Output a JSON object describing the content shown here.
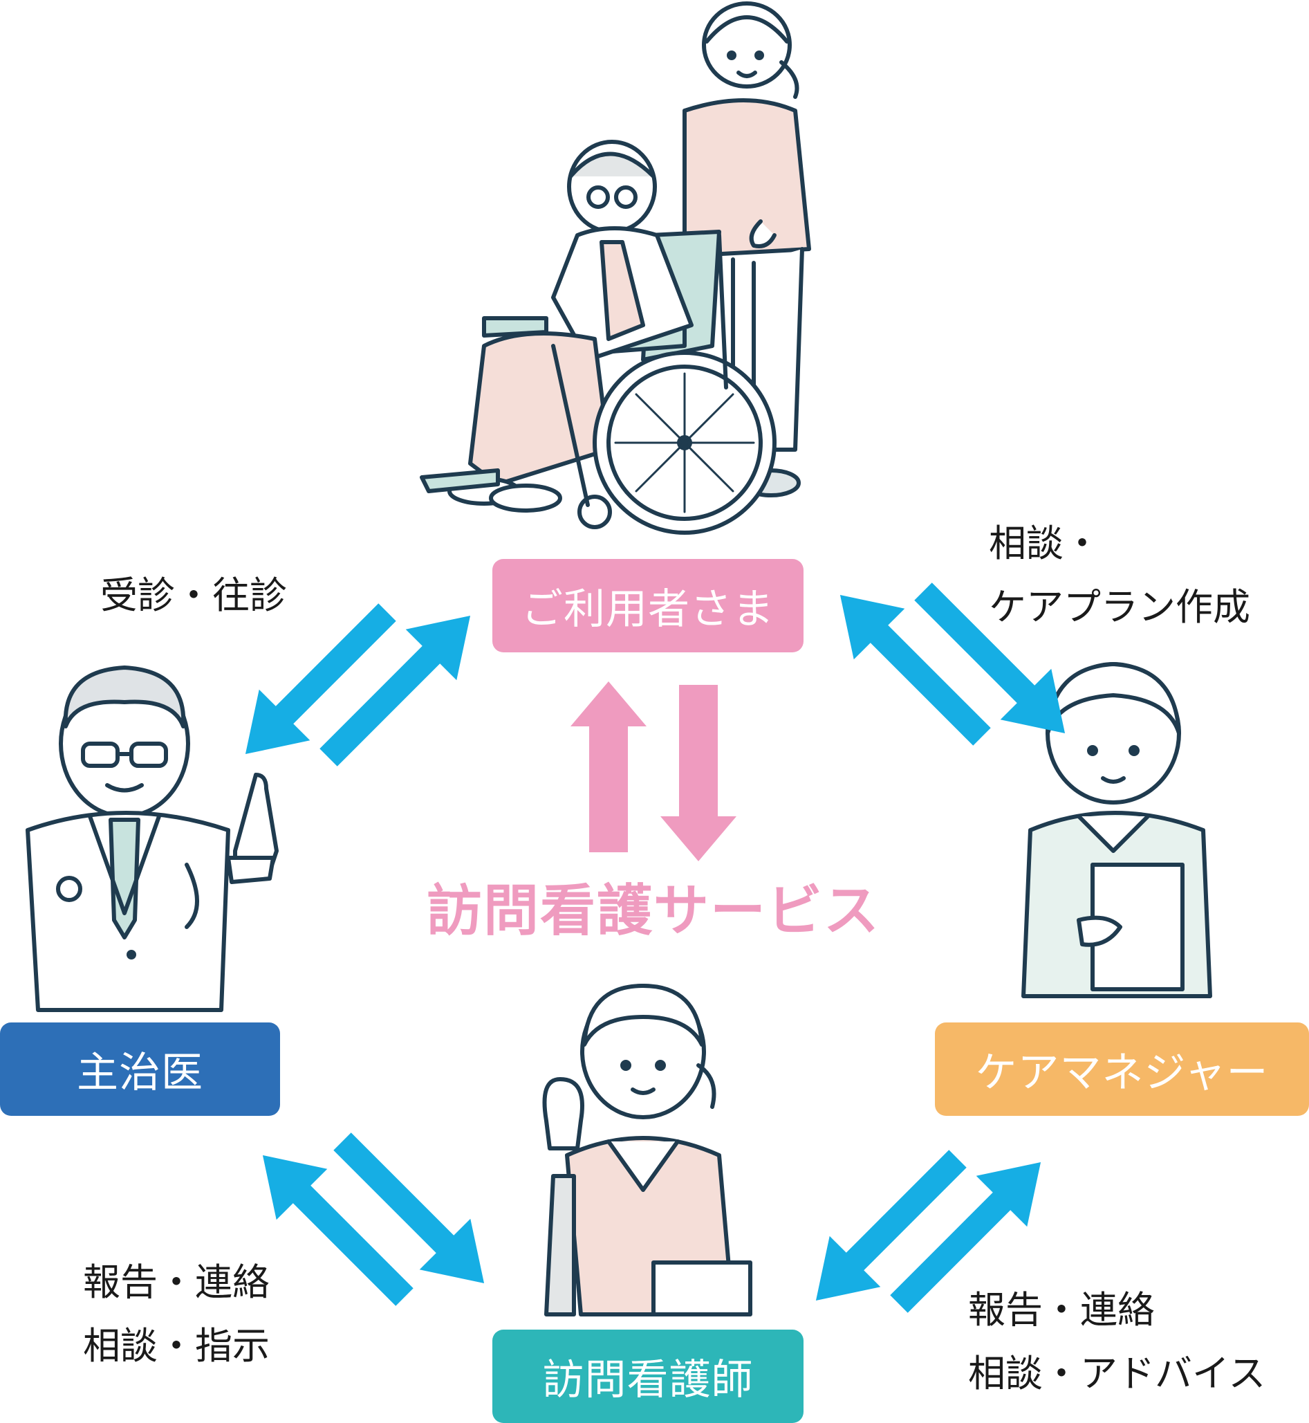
{
  "nodes": {
    "user": {
      "label": "ご利用者さま",
      "color": "#ef9bbf"
    },
    "doctor": {
      "label": "主治医",
      "color": "#2d6fb7"
    },
    "care_manager": {
      "label": "ケアマネジャー",
      "color": "#f6b867"
    },
    "nurse": {
      "label": "訪問看護師",
      "color": "#2db6b8"
    }
  },
  "center": {
    "label": "訪問看護サービス",
    "color": "#ef9bbf"
  },
  "captions": {
    "doctor_user": [
      "受診・往診"
    ],
    "user_care_manager": [
      "相談・",
      "ケアプラン作成"
    ],
    "doctor_nurse": [
      "報告・連絡",
      "相談・指示"
    ],
    "nurse_care_manager": [
      "報告・連絡",
      "相談・アドバイス"
    ]
  },
  "arrow_color": "#16aee4",
  "illustrations": [
    "wheelchair-user-and-caregiver",
    "doctor",
    "care-manager",
    "visiting-nurse"
  ]
}
